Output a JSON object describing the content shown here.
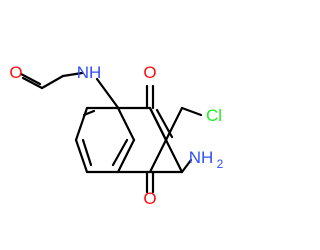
{
  "molecule": {
    "colors": {
      "bond": "#000000",
      "oxygen": "#ff0d0d",
      "nitrogen": "#3050f8",
      "chlorine": "#1ff01f"
    },
    "labels": {
      "acetyl_oxygen": "O",
      "amide_nh": "NH",
      "top_carbonyl_oxygen": "O",
      "bottom_carbonyl_oxygen": "O",
      "chlorine": "Cl",
      "amino_n": "NH",
      "amino_subscript": "2"
    }
  }
}
